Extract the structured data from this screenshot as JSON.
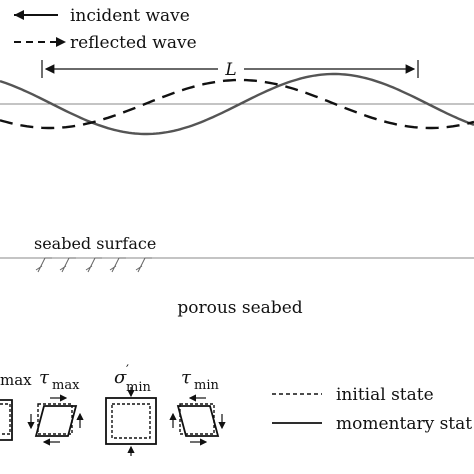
{
  "legend": {
    "incident_label": "incident wave",
    "reflected_label": "reflected wave"
  },
  "wavelength_label": "L",
  "seabed_surface_label": "seabed surface",
  "porous_seabed_label": "porous seabed",
  "stress_labels": {
    "partial_max": "max",
    "tau_max_symbol": "τ",
    "tau_max_sub": "max",
    "sigma_min_symbol": "σ",
    "sigma_min_prime": "′",
    "sigma_min_sub": "min",
    "tau_min_symbol": "τ",
    "tau_min_sub": "min"
  },
  "state_legend": {
    "initial_label": "initial state",
    "momentary_label": "momentary stat"
  },
  "colors": {
    "incident_wave": "#555555",
    "reflected_wave": "#111111",
    "water_level": "#888888"
  }
}
